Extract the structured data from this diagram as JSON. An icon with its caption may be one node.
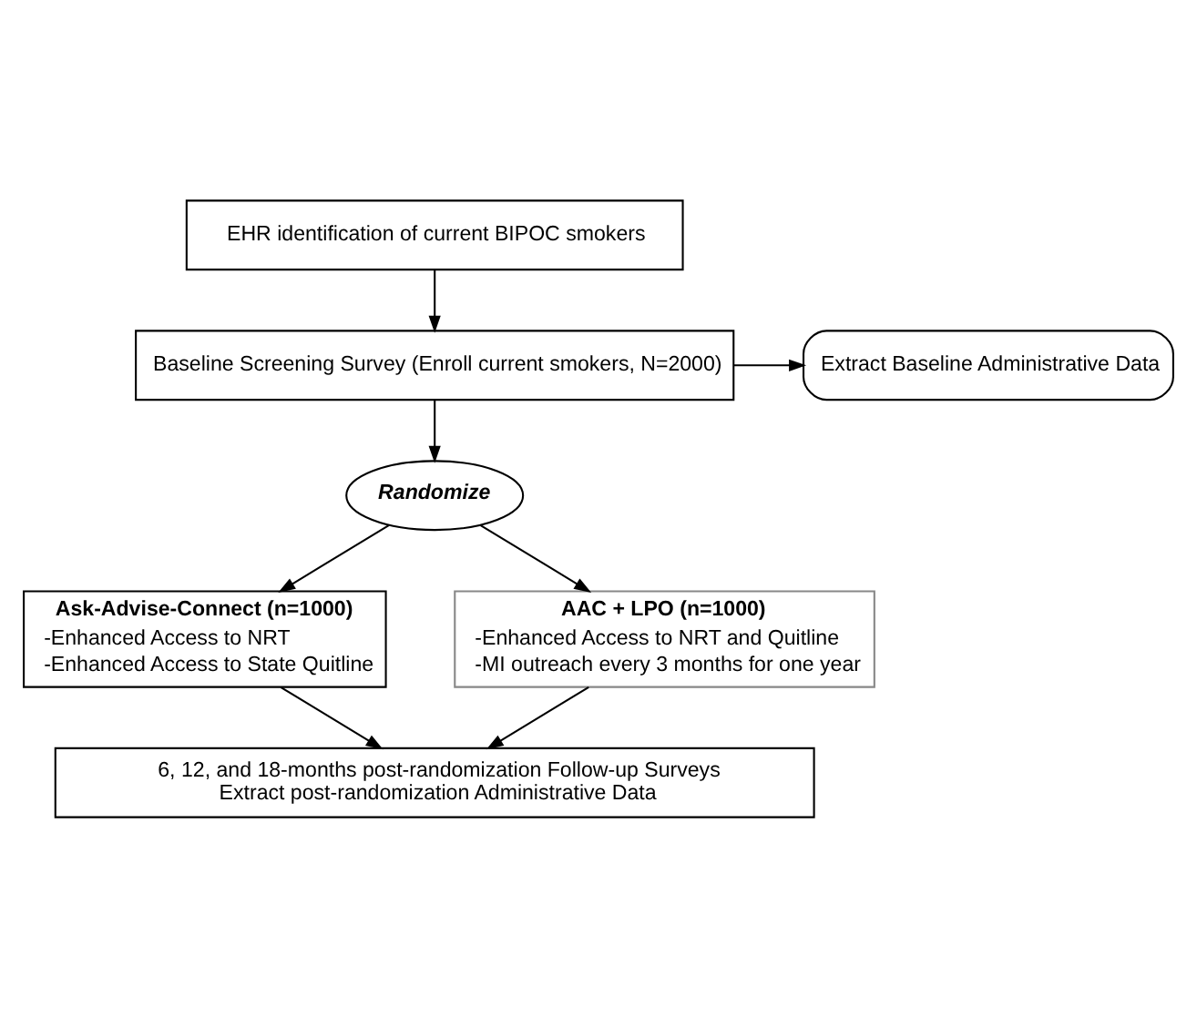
{
  "diagram": {
    "nodes": [
      {
        "text": [
          "EHR identification of current BIPOC smokers"
        ]
      },
      {
        "text": [
          "Baseline Screening Survey (Enroll current smokers, N=2000)"
        ]
      },
      {
        "text": [
          "Extract Baseline Administrative Data"
        ]
      },
      {
        "text": [
          "Randomize"
        ]
      },
      {
        "text": [
          "Ask-Advise-Connect (n=1000)",
          "-Enhanced Access to NRT",
          "-Enhanced Access to State Quitline"
        ]
      },
      {
        "text": [
          "AAC + LPO (n=1000)",
          "-Enhanced Access to NRT and Quitline",
          "-MI outreach every 3 months for one year"
        ]
      },
      {
        "text": [
          "6, 12, and 18-months post-randomization Follow-up Surveys",
          "Extract post-randomization Administrative Data"
        ]
      }
    ],
    "edges": [
      {
        "from": 0,
        "to": 1,
        "arrow": "to"
      },
      {
        "from": 1,
        "to": 2,
        "arrow": "to"
      },
      {
        "from": 1,
        "to": 3,
        "arrow": "to"
      },
      {
        "from": 3,
        "to": 4,
        "arrow": "to"
      },
      {
        "from": 3,
        "to": 5,
        "arrow": "to"
      },
      {
        "from": 4,
        "to": 6,
        "arrow": "to"
      },
      {
        "from": 5,
        "to": 6,
        "arrow": "to"
      }
    ]
  }
}
